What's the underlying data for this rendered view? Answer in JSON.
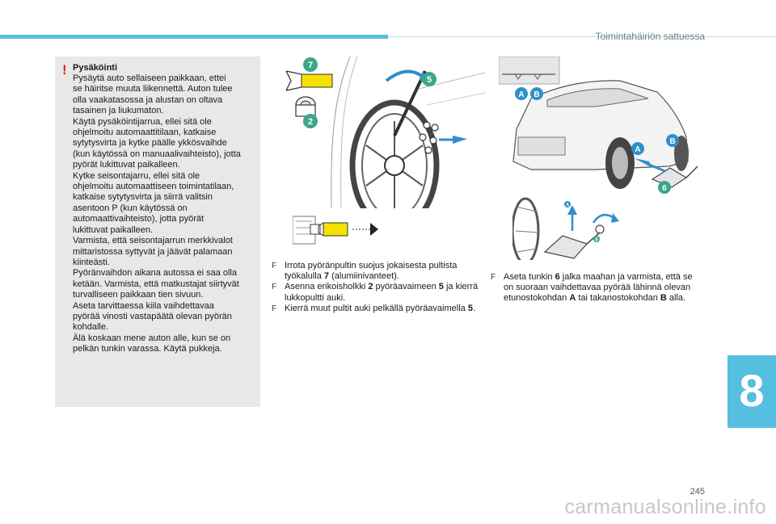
{
  "header": {
    "section_title": "Toimintahäiriön sattuessa"
  },
  "warning": {
    "mark": "!",
    "title": "Pysäköinti",
    "body": "Pysäytä auto sellaiseen paikkaan, ettei\nse häiritse muuta liikennettä. Auton tulee\nolla vaakatasossa ja alustan on oltava\ntasainen ja liukumaton.\nKäytä pysäköintijarrua, ellei sitä ole\nohjelmoitu automaattitilaan, katkaise\nsytytysvirta ja kytke päälle ykkösvaihde\n(kun käytössä on manuaalivaihteisto), jotta\npyörät lukittuvat paikalleen.\nKytke seisontajarru, ellei sitä ole\nohjelmoitu automaattiseen toimintatilaan,\nkatkaise sytytysvirta ja siirrä valitsin\nasentoon P (kun käytössä on\nautomaattivaihteisto), jotta pyörät\nlukittuvat paikalleen.\nVarmista, että seisontajarrun merkkivalot\nmittaristossa syttyvät ja jäävät palamaan\nkiinteästi.\nPyöränvaihdon aikana autossa ei saa olla\nketään. Varmista, että matkustajat siirtyvät\nturvalliseen paikkaan tien sivuun.\nAseta tarvittaessa kiila vaihdettavaa\npyörää vinosti vastapäätä olevan pyörän\nkohdalle.\nÄlä koskaan mene auton alle, kun se on\npelkän tunkin varassa. Käytä pukkeja."
  },
  "figures": {
    "wheel": {
      "labels": [
        "7",
        "5",
        "2"
      ]
    },
    "car": {
      "labels": [
        "A",
        "B",
        "A",
        "B",
        "6"
      ]
    },
    "jack": {
      "labels": [
        "A",
        "6"
      ]
    }
  },
  "steps_middle": [
    {
      "bullet": "F",
      "pre": "Irrota pyöränpultin suojus jokaisesta pultista työkalulla ",
      "bold": "7",
      "post": " (alumiinivanteet)."
    },
    {
      "bullet": "F",
      "pre": "Asenna erikoisholkki ",
      "bold": "2",
      "mid": " pyöräavaimeen ",
      "bold2": "5",
      "post": " ja kierrä lukkopultti auki."
    },
    {
      "bullet": "F",
      "pre": "Kierrä muut pultit auki pelkällä pyöräavaimella ",
      "bold": "5",
      "post": "."
    }
  ],
  "steps_right": [
    {
      "bullet": "F",
      "pre": "Aseta tunkin ",
      "bold": "6",
      "mid": " jalka maahan ja varmista, että se on suoraan vaihdettavaa pyörää lähinnä olevan etunostokohdan ",
      "bold2": "A",
      "mid2": " tai takanostokohdan ",
      "bold3": "B",
      "post": " alla."
    }
  ],
  "chapter": {
    "number": "8"
  },
  "footer": {
    "page_number": "245",
    "watermark": "carmanualsonline.info"
  },
  "colors": {
    "accent": "#56bfe0",
    "label_teal": "#3aa68a",
    "label_blue": "#2f8fc9",
    "warning_red": "#d9251d",
    "tool_yellow": "#f5e100"
  }
}
